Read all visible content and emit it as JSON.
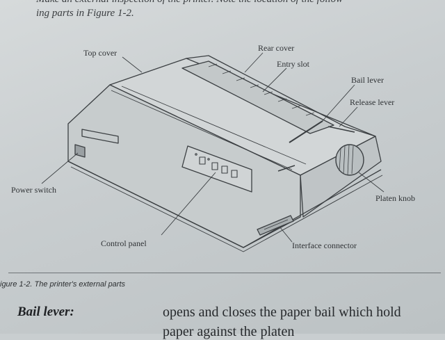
{
  "top_text": {
    "line1": "Make an external inspection of the printer. Note the location of the follow-",
    "line2": "ing parts in Figure 1-2."
  },
  "callouts": {
    "top_cover": "Top cover",
    "rear_cover": "Rear cover",
    "entry_slot": "Entry slot",
    "bail_lever": "Bail lever",
    "release_lever": "Release lever",
    "power_switch": "Power switch",
    "platen_knob": "Platen knob",
    "control_panel": "Control panel",
    "interface_connector": "Interface connector"
  },
  "caption": "igure 1-2. The printer's external parts",
  "definition": {
    "term": "Bail lever:",
    "text": "opens and closes the paper bail which hold",
    "text_line2": "paper against the platen"
  }
}
